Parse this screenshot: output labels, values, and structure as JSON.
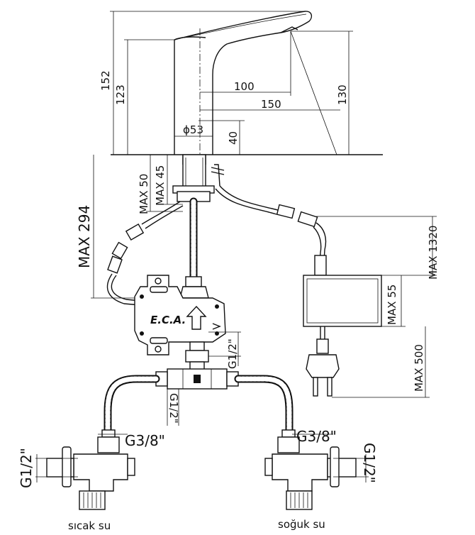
{
  "dimensions": {
    "d152": "152",
    "d123": "123",
    "d100": "100",
    "d150": "150",
    "d130": "130",
    "phi53": "ϕ53",
    "d40": "40",
    "max50": "MAX 50",
    "max45": "MAX 45",
    "max294": "MAX 294",
    "max1320": "MAX 1320",
    "max55": "MAX 55",
    "max500": "MAX 500",
    "g12_top": "G1/2\"",
    "g12_tee": "G1/2\"",
    "g38_left": "G3/8\"",
    "g38_right": "G3/8\"",
    "g12_left": "G1/2\"",
    "g12_right": "G1/2\""
  },
  "labels": {
    "brand": "E.C.A.",
    "hot_water": "sıcak su",
    "cold_water": "soğuk su"
  }
}
